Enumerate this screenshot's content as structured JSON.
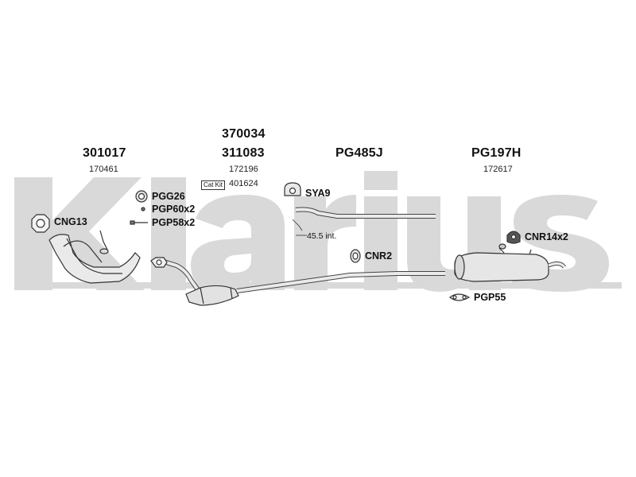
{
  "watermark": {
    "brand": "Klarius",
    "color": "#d9d9d9"
  },
  "parts": {
    "front_pipe": {
      "number": "301017",
      "sub": "170461"
    },
    "catalyst": {
      "number_top": "370034",
      "number": "311083",
      "sub": "172196",
      "catkit_badge": "Cat Kit",
      "catkit_number": "401624"
    },
    "center_pipe": {
      "number": "PG485J"
    },
    "rear_silencer": {
      "number": "PG197H",
      "sub": "172617"
    }
  },
  "fittings": {
    "cng13": "CNG13",
    "pgg26": "PGG26",
    "pgp60": "PGP60x2",
    "pgp58": "PGP58x2",
    "sya9": "SYA9",
    "length_note": "45.5 int.",
    "cnr2": "CNR2",
    "cnr14": "CNR14x2",
    "pgp55": "PGP55"
  },
  "colors": {
    "line": "#333333",
    "part_fill": "#e6e6e6",
    "dark_fill": "#555555"
  }
}
